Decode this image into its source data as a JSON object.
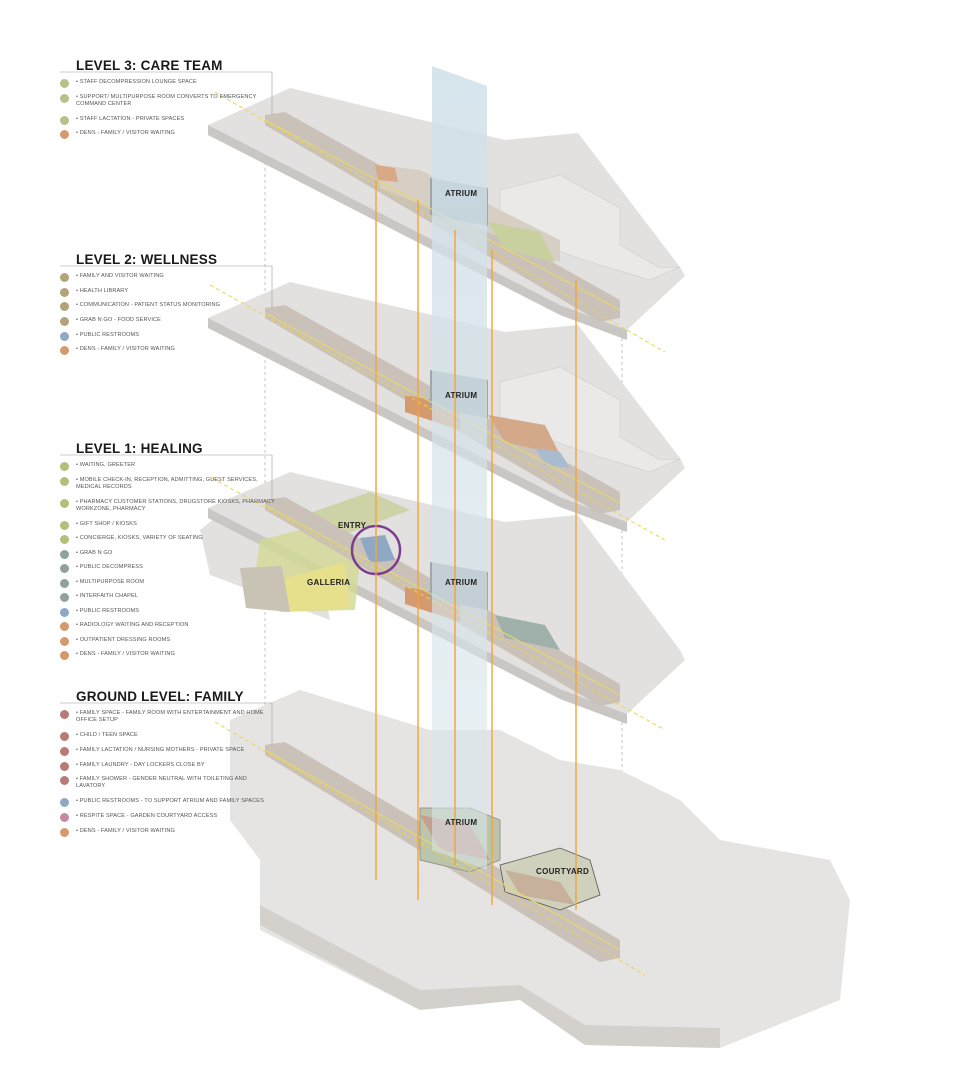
{
  "levels": [
    {
      "title": "LEVEL 3: CARE TEAM",
      "items": [
        {
          "label": "• STAFF DECOMPRESSION LOUNGE SPACE",
          "color": "#b9c08a"
        },
        {
          "label": "• SUPPORT/ MULTIPURPOSE ROOM CONVERTS TO EMERGENCY COMMAND CENTER",
          "color": "#b9c08a"
        },
        {
          "label": "• STAFF LACTATION - PRIVATE SPACES",
          "color": "#b9c08a"
        },
        {
          "label": "• DENS - FAMILY / VISITOR WAITING",
          "color": "#d49a6e"
        }
      ]
    },
    {
      "title": "LEVEL 2: WELLNESS",
      "items": [
        {
          "label": "• FAMILY AND VISITOR WAITING",
          "color": "#b3a27a"
        },
        {
          "label": "• HEALTH LIBRARY",
          "color": "#b3a27a"
        },
        {
          "label": "• COMMUNICATION - PATIENT STATUS MONITORING",
          "color": "#b3a27a"
        },
        {
          "label": "• GRAB N GO - FOOD SERVICE",
          "color": "#b3a27a"
        },
        {
          "label": "• PUBLIC RESTROOMS",
          "color": "#8fa8c4"
        },
        {
          "label": "• DENS - FAMILY / VISITOR WAITING",
          "color": "#d49a6e"
        }
      ]
    },
    {
      "title": "LEVEL 1: HEALING",
      "items": [
        {
          "label": "• WAITING, GREETER",
          "color": "#b2c07c"
        },
        {
          "label": "• MOBILE CHECK-IN, RECEPTION, ADMITTING, GUEST SERVICES, MEDICAL RECORDS",
          "color": "#b2c07c"
        },
        {
          "label": "• PHARMACY CUSTOMER STATIONS, DRUGSTORE KIOSKS, PHARMACY WORKZONE, PHARMACY",
          "color": "#b2c07c"
        },
        {
          "label": "• GIFT SHOP / KIOSKS",
          "color": "#b2c07c"
        },
        {
          "label": "• CONCIERGE, KIOSKS, VARIETY OF SEATING",
          "color": "#b2c07c"
        },
        {
          "label": "• GRAB N GO",
          "color": "#8fa39a"
        },
        {
          "label": "• PUBLIC DECOMPRESS",
          "color": "#8fa39a"
        },
        {
          "label": "• MULTIPURPOSE ROOM",
          "color": "#8fa39a"
        },
        {
          "label": "• INTERFAITH CHAPEL",
          "color": "#8fa39a"
        },
        {
          "label": "• PUBLIC RESTROOMS",
          "color": "#8fa8c4"
        },
        {
          "label": "• RADIOLOGY WAITING AND RECEPTION",
          "color": "#d49a6e"
        },
        {
          "label": "• OUTPATIENT DRESSING ROOMS",
          "color": "#d49a6e"
        },
        {
          "label": "• DENS - FAMILY / VISITOR WAITING",
          "color": "#d49a6e"
        }
      ]
    },
    {
      "title": "GROUND LEVEL: FAMILY",
      "items": [
        {
          "label": "• FAMILY SPACE - FAMILY ROOM WITH ENTERTAINMENT AND HOME OFFICE SETUP",
          "color": "#b77a76"
        },
        {
          "label": "• CHILD / TEEN SPACE",
          "color": "#b77a76"
        },
        {
          "label": "• FAMILY LACTATION / NURSING MOTHERS - PRIVATE SPACE",
          "color": "#b77a76"
        },
        {
          "label": "• FAMILY LAUNDRY - DAY LOCKERS CLOSE BY",
          "color": "#b77a76"
        },
        {
          "label": "• FAMILY SHOWER - GENDER NEUTRAL WITH TOILETING AND LAVATORY",
          "color": "#b77a76"
        },
        {
          "label": "• PUBLIC RESTROOMS - TO SUPPORT ATRIUM AND FAMILY SPACES",
          "color": "#8fa8c4"
        },
        {
          "label": "• RESPITE SPACE - GARDEN COURTYARD ACCESS",
          "color": "#c48aa4"
        },
        {
          "label": "• DENS - FAMILY / VISITOR WAITING",
          "color": "#d49a6e"
        }
      ]
    }
  ],
  "labels": {
    "atrium": "ATRIUM",
    "entry": "ENTRY",
    "galleria": "GALLERIA",
    "courtyard": "COURTYARD"
  }
}
